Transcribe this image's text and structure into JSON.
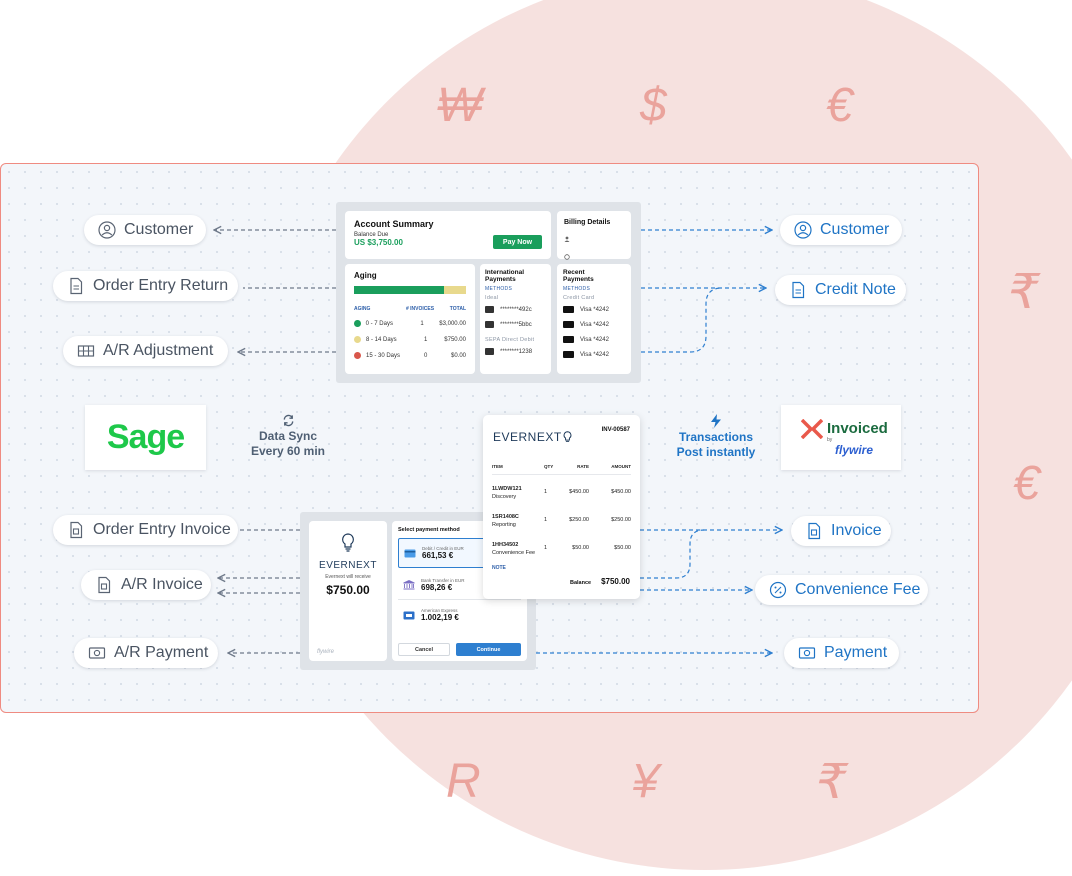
{
  "currency_symbols": [
    "₩",
    "$",
    "€",
    "₹",
    "€",
    "R",
    "¥",
    "₹"
  ],
  "left_nodes": {
    "customer": "Customer",
    "order_entry_return": "Order Entry Return",
    "ar_adjustment": "A/R Adjustment",
    "order_entry_invoice": "Order Entry Invoice",
    "ar_invoice": "A/R Invoice",
    "ar_payment": "A/R Payment"
  },
  "right_nodes": {
    "customer": "Customer",
    "credit_note": "Credit Note",
    "invoice": "Invoice",
    "convenience_fee": "Convenience Fee",
    "payment": "Payment"
  },
  "sage_logo": "Sage",
  "data_sync": {
    "line1": "Data Sync",
    "line2": "Every 60 min"
  },
  "transactions": {
    "line1": "Transactions",
    "line2": "Post instantly"
  },
  "invoiced_logo": {
    "name": "Invoiced",
    "by": "by",
    "brand": "flywire"
  },
  "account_summary": {
    "title": "Account Summary",
    "balance_label": "Balance Due",
    "balance_value": "US $3,750.00",
    "pay_button": "Pay Now"
  },
  "billing": {
    "title": "Billing Details"
  },
  "aging": {
    "title": "Aging",
    "headers": [
      "AGING",
      "# INVOICES",
      "TOTAL"
    ],
    "rows": [
      {
        "label": "0 - 7 Days",
        "count": "1",
        "total": "$3,000.00",
        "color": "#1a9e5c"
      },
      {
        "label": "8 - 14 Days",
        "count": "1",
        "total": "$750.00",
        "color": "#e8d98d"
      },
      {
        "label": "15 - 30 Days",
        "count": "0",
        "total": "$0.00",
        "color": "#d9574b"
      }
    ],
    "bar_green_fraction": 0.8
  },
  "intl_payments": {
    "title_line1": "International",
    "title_line2": "Payments",
    "methods": "METHODS",
    "ideal": "Ideal",
    "card1": "********492c",
    "card2": "********5bbc",
    "sepa": "SEPA Direct Debit",
    "card3": "********1238"
  },
  "recent_payments": {
    "title_line1": "Recent",
    "title_line2": "Payments",
    "methods": "METHODS",
    "credit_card": "Credit Card",
    "items": [
      "Visa *4242",
      "Visa *4242",
      "Visa *4242",
      "Visa *4242"
    ]
  },
  "invoice_doc": {
    "brand": "EVERNEXT",
    "number": "INV-00587",
    "headers": [
      "ITEM",
      "QTY",
      "RATE",
      "AMOUNT"
    ],
    "items": [
      {
        "code": "1LWDW121",
        "desc": "Discovery",
        "qty": "1",
        "rate": "$450.00",
        "amount": "$450.00"
      },
      {
        "code": "1SR1408C",
        "desc": "Reporting",
        "qty": "1",
        "rate": "$250.00",
        "amount": "$250.00"
      },
      {
        "code": "1HH34502",
        "desc": "Convenience Fee",
        "qty": "1",
        "rate": "$50.00",
        "amount": "$50.00"
      }
    ],
    "note": "NOTE",
    "balance_label": "Balance",
    "balance_value": "$750.00"
  },
  "payment_modal": {
    "brand": "EVERNEXT",
    "receives": "Evernext will receive",
    "amount": "$750.00",
    "footer_brand": "flywire",
    "select_title": "Select payment method",
    "options": [
      {
        "label": "Debit / Credit in EUR",
        "value": "661,53 €"
      },
      {
        "label": "Bank Transfer in EUR",
        "value": "698,26 €"
      },
      {
        "label": "American Express",
        "value": "1.002,19 €"
      }
    ],
    "cancel": "Cancel",
    "continue": "Continue"
  }
}
